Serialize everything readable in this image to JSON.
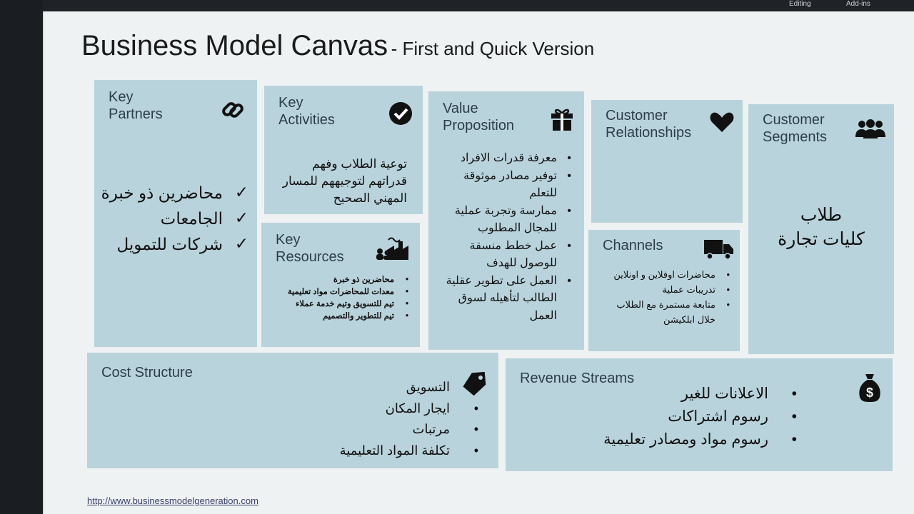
{
  "app_toolbar": {
    "editing": "Editing",
    "addins": "Add-ins"
  },
  "title": {
    "main": "Business Model Canvas",
    "sub": "- First and Quick Version"
  },
  "key_partners": {
    "label": "Key\nPartners",
    "icon": "link-icon",
    "items": [
      "محاضرين ذو خبرة",
      "الجامعات",
      "شركات للتمويل"
    ]
  },
  "key_activities": {
    "label": "Key\nActivities",
    "icon": "check-circle-icon",
    "text": "توعية الطلاب وفهم قدراتهم لتوجيههم للمسار المهني الصحيح"
  },
  "key_resources": {
    "label": "Key\nResources",
    "icon": "factory-workers-icon",
    "items": [
      "محاضرين ذو خبرة",
      "معدات للمحاضرات مواد تعليمية",
      "تيم للتسويق وتيم خدمة عملاء",
      "تيم للتطوير والتصميم"
    ]
  },
  "value_proposition": {
    "label": "Value\nProposition",
    "icon": "gift-icon",
    "items": [
      "معرفة قدرات الافراد",
      "توفير مصادر موثوقة للتعلم",
      "ممارسة وتجربة عملية للمجال المطلوب",
      "عمل خطط منسقة للوصول للهدف",
      "العمل على تطوير عقلية الطالب لتأهيله لسوق العمل"
    ]
  },
  "customer_relationships": {
    "label": "Customer\nRelationships",
    "icon": "heart-icon"
  },
  "channels": {
    "label": "Channels",
    "icon": "truck-icon",
    "items": [
      "محاضرات اوفلاين و اونلاين",
      "تدريبات عملية",
      "متابعة مستمرة مع الطلاب خلال ابلكيشن"
    ]
  },
  "customer_segments": {
    "label": "Customer\nSegments",
    "icon": "users-icon",
    "text": "طلاب\nكليات تجارة"
  },
  "cost_structure": {
    "label": "Cost Structure",
    "icon": "tag-icon",
    "items": [
      "التسويق",
      "ايجار المكان",
      "مرتبات",
      "تكلفة المواد التعليمية"
    ]
  },
  "revenue_streams": {
    "label": "Revenue Streams",
    "icon": "money-bag-icon",
    "items": [
      "الاعلانات للغير",
      "رسوم اشتراكات",
      "رسوم مواد ومصادر تعليمية"
    ]
  },
  "footer": {
    "url": "http://www.businessmodelgeneration.com"
  }
}
